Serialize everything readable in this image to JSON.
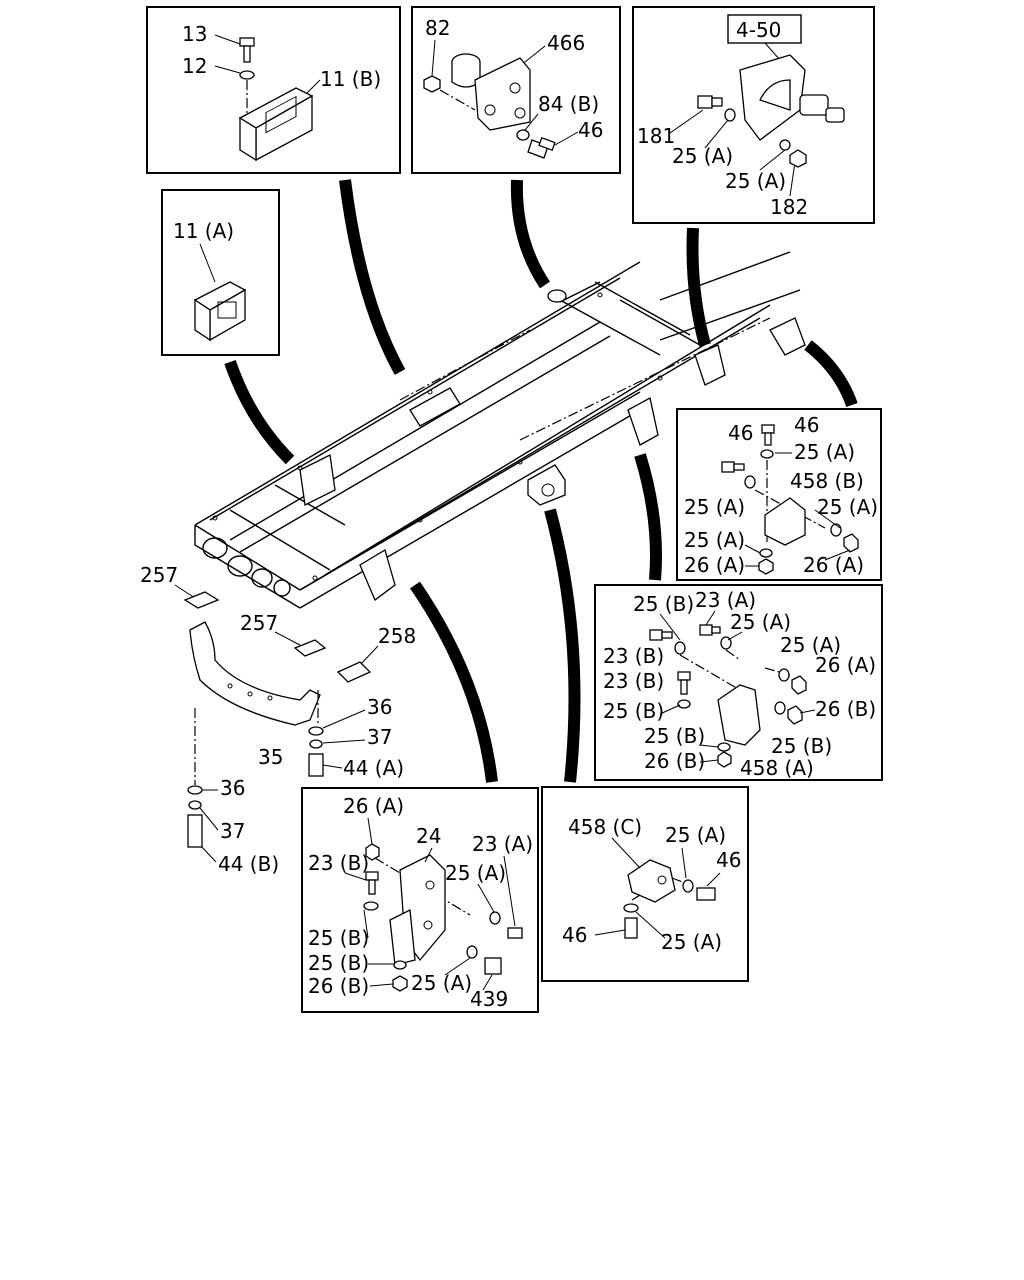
{
  "panels": {
    "p1": {
      "labels": [
        "13",
        "12",
        "11 (B)"
      ]
    },
    "p2": {
      "labels": [
        "82",
        "466",
        "84 (B)",
        "46"
      ]
    },
    "p3": {
      "ref": "4-50",
      "labels": [
        "181",
        "25 (A)",
        "25 (A)",
        "182"
      ]
    },
    "p4": {
      "labels": [
        "11 (A)"
      ]
    },
    "p5": {
      "labels": [
        "46",
        "46",
        "25 (A)",
        "458 (B)",
        "25 (A)",
        "25 (A)",
        "25 (A)",
        "26 (A)",
        "26 (A)"
      ]
    },
    "p6": {
      "labels": [
        "25 (B)",
        "23 (A)",
        "25 (A)",
        "23 (B)",
        "25 (A)",
        "26 (A)",
        "23 (B)",
        "25 (B)",
        "26 (B)",
        "25 (B)",
        "25 (B)",
        "26 (B)",
        "458 (A)"
      ]
    },
    "p7": {
      "labels": [
        "26 (A)",
        "24",
        "23 (A)",
        "23 (B)",
        "25 (A)",
        "25 (B)",
        "25 (B)",
        "26 (B)",
        "25 (A)",
        "439"
      ]
    },
    "p8": {
      "labels": [
        "458 (C)",
        "25 (A)",
        "46",
        "46",
        "25 (A)"
      ]
    }
  },
  "frame_labels": [
    "257",
    "257",
    "258",
    "36",
    "37",
    "35",
    "44 (A)",
    "36",
    "37",
    "44 (B)"
  ]
}
